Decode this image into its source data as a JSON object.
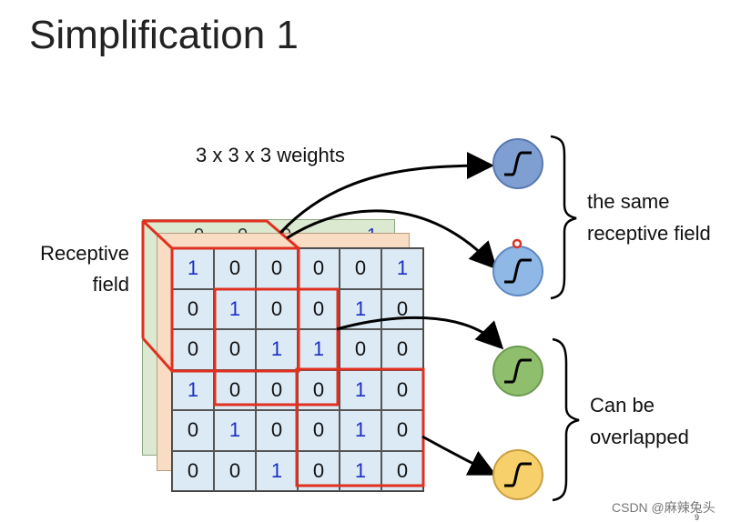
{
  "title": "Simplification 1",
  "weights_label": "3 x 3 x 3 weights",
  "receptive_label_line1": "Receptive",
  "receptive_label_line2": "field",
  "same_label_line1": "the same",
  "same_label_line2": "receptive field",
  "overlap_label_line1": "Can be",
  "overlap_label_line2": "overlapped",
  "watermark": "CSDN @麻辣兔头",
  "page_number": "9",
  "grid": [
    [
      "1",
      "0",
      "0",
      "0",
      "0",
      "1"
    ],
    [
      "0",
      "1",
      "0",
      "0",
      "1",
      "0"
    ],
    [
      "0",
      "0",
      "1",
      "1",
      "0",
      "0"
    ],
    [
      "1",
      "0",
      "0",
      "0",
      "1",
      "0"
    ],
    [
      "0",
      "1",
      "0",
      "0",
      "1",
      "0"
    ],
    [
      "0",
      "0",
      "1",
      "0",
      "1",
      "0"
    ]
  ],
  "back_layer_digits": [
    "0",
    "0",
    "0",
    "1"
  ],
  "neurons": [
    {
      "name": "neuron-blue-dark",
      "fill": "#7f9fd2",
      "stroke": "#5a78b0"
    },
    {
      "name": "neuron-blue-light",
      "fill": "#8fb8e6",
      "stroke": "#5f88c0"
    },
    {
      "name": "neuron-green",
      "fill": "#8fbf6d",
      "stroke": "#6c9a50"
    },
    {
      "name": "neuron-yellow",
      "fill": "#f7cf6b",
      "stroke": "#c9a040"
    }
  ],
  "colors": {
    "highlight_red": "#e03020",
    "grid_blue": "#dceaf6",
    "one_digit_blue": "#1b2fc6"
  }
}
